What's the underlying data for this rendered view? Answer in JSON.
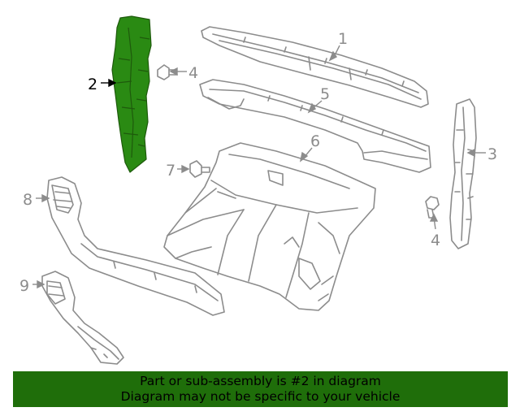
{
  "diagram": {
    "callouts": [
      "1",
      "2",
      "3",
      "4",
      "4",
      "5",
      "6",
      "7",
      "8",
      "9"
    ],
    "highlighted_callout": "2"
  },
  "colors": {
    "part_outline": "#8c8c8c",
    "part_fill": "#ffffff",
    "highlight_fill": "#2a8a13",
    "highlight_outline": "#1e5a0c",
    "banner_bg": "#1f6e0a",
    "callout_text": "#8c8c8c",
    "highlight_callout_text": "#000000"
  },
  "banner": {
    "line1": "Part or sub-assembly is #2 in diagram",
    "line2": "Diagram may not be specific to your vehicle"
  }
}
